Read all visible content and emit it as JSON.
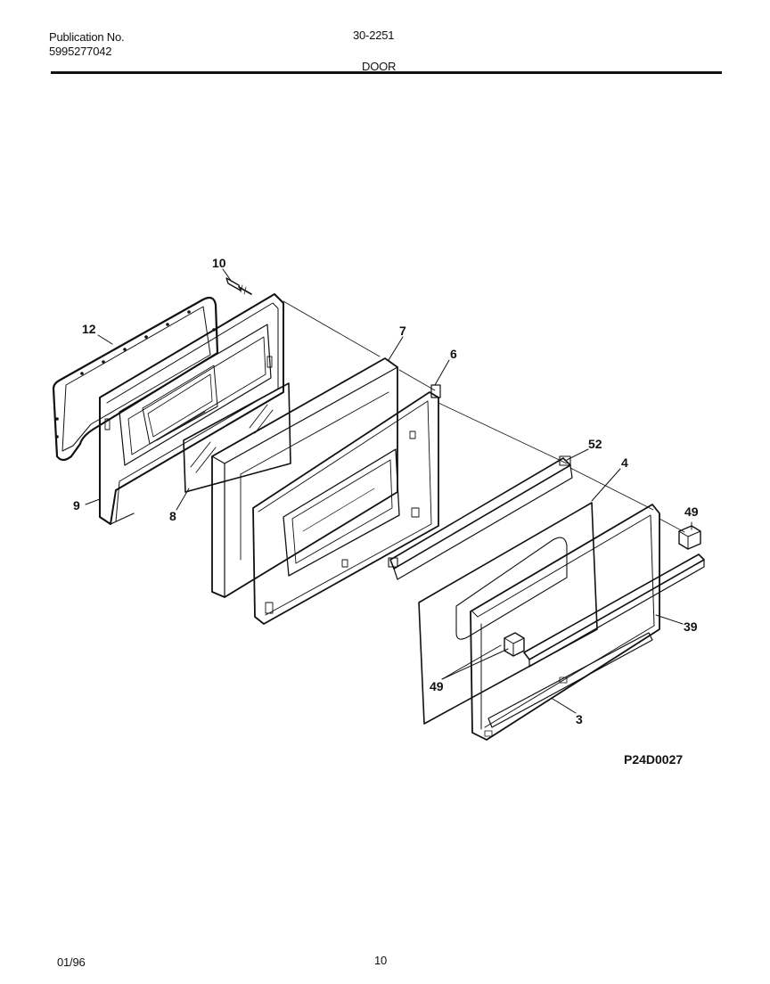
{
  "header": {
    "publication_label": "Publication No.",
    "publication_number": "5995277042",
    "model": "30-2251",
    "section_title": "DOOR"
  },
  "diagram": {
    "callouts": {
      "c10": "10",
      "c12": "12",
      "c7": "7",
      "c6": "6",
      "c52": "52",
      "c4": "4",
      "c49a": "49",
      "c39": "39",
      "c9": "9",
      "c8": "8",
      "c49b": "49",
      "c3": "3"
    },
    "figure_id": "P24D0027"
  },
  "footer": {
    "date": "01/96",
    "page_number": "10"
  }
}
